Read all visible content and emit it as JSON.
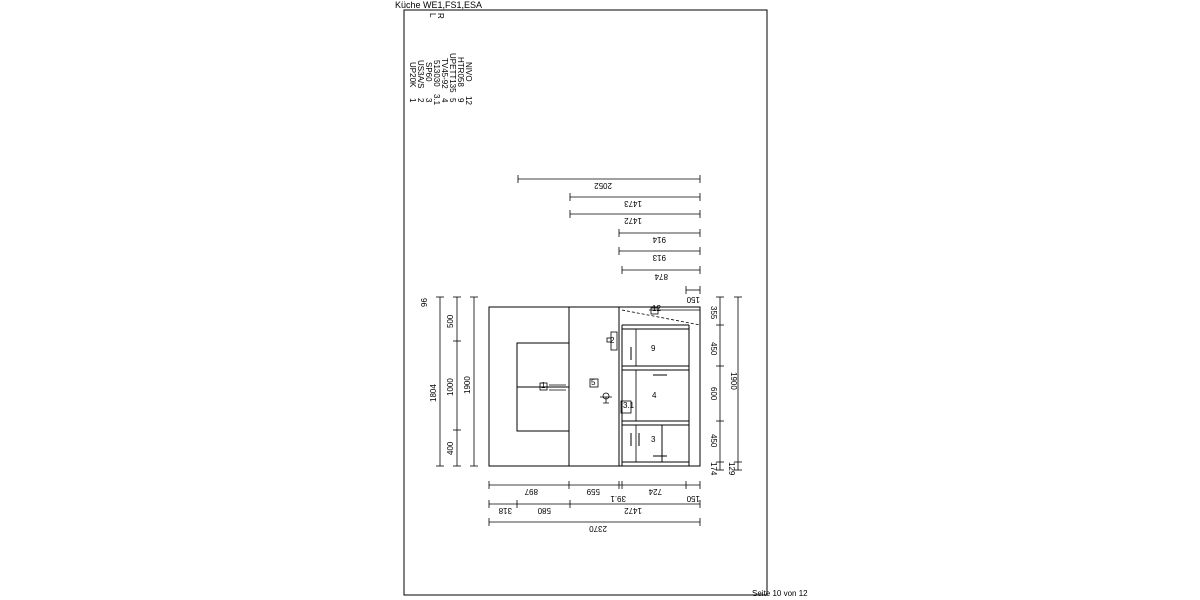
{
  "header": {
    "title": "Küche WE1,FS1,ESA",
    "side_left": "L",
    "side_right": "R"
  },
  "legend": {
    "rows": [
      {
        "num": "1",
        "code": "UP20K"
      },
      {
        "num": "2",
        "code": "US3A/S"
      },
      {
        "num": "3",
        "code": "SP60"
      },
      {
        "num": "3.1",
        "code": "513030"
      },
      {
        "num": "4",
        "code": "TV45-92"
      },
      {
        "num": "5",
        "code": "UPETT135"
      },
      {
        "num": "9",
        "code": "HTR058"
      },
      {
        "num": "12",
        "code": "NIVO"
      }
    ]
  },
  "dimensions": {
    "top": [
      "2052",
      "1473",
      "1472",
      "914",
      "913",
      "874",
      "150"
    ],
    "left": [
      "96",
      "500",
      "1804",
      "1000",
      "1900",
      "400"
    ],
    "right": [
      "355",
      "450",
      "600",
      "1900",
      "450",
      "174",
      "129"
    ],
    "bottom_row1": [
      "897",
      "559",
      "39.1",
      "724",
      "150"
    ],
    "bottom_row2": [
      "318",
      "580",
      "1472"
    ],
    "bottom_total": "2370"
  },
  "module_labels": [
    "12",
    "9",
    "4",
    "3",
    "3.1",
    "5",
    "1",
    "2"
  ],
  "footer": {
    "page": "Seite 10 von  12"
  }
}
